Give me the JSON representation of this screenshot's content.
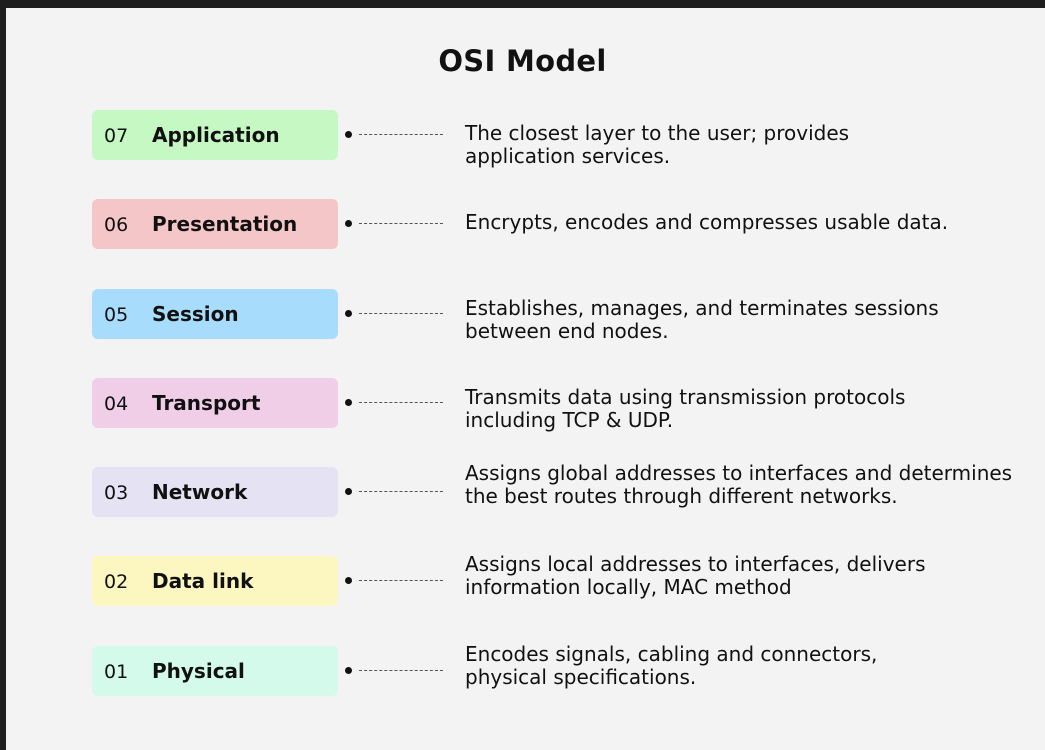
{
  "title": "OSI Model",
  "colors": {
    "application": "#c6f8c4",
    "presentation": "#f5c6c8",
    "session": "#a8dcfc",
    "transport": "#f1cee8",
    "network": "#e4e2f3",
    "data_link": "#fcf7c1",
    "physical": "#d4faeb"
  },
  "layers": [
    {
      "num": "07",
      "name": "Application",
      "desc": "The closest layer to the user; provides\napplication services."
    },
    {
      "num": "06",
      "name": "Presentation",
      "desc": "Encrypts, encodes and compresses usable data."
    },
    {
      "num": "05",
      "name": "Session",
      "desc": "Establishes, manages, and terminates sessions\nbetween end nodes."
    },
    {
      "num": "04",
      "name": "Transport",
      "desc": "Transmits data using transmission protocols\nincluding TCP & UDP."
    },
    {
      "num": "03",
      "name": "Network",
      "desc": "Assigns global addresses to interfaces and determines\nthe best routes through different networks."
    },
    {
      "num": "02",
      "name": "Data link",
      "desc": "Assigns local addresses to interfaces, delivers\ninformation locally, MAC method"
    },
    {
      "num": "01",
      "name": "Physical",
      "desc": "Encodes signals, cabling and connectors,\nphysical specifications."
    }
  ]
}
